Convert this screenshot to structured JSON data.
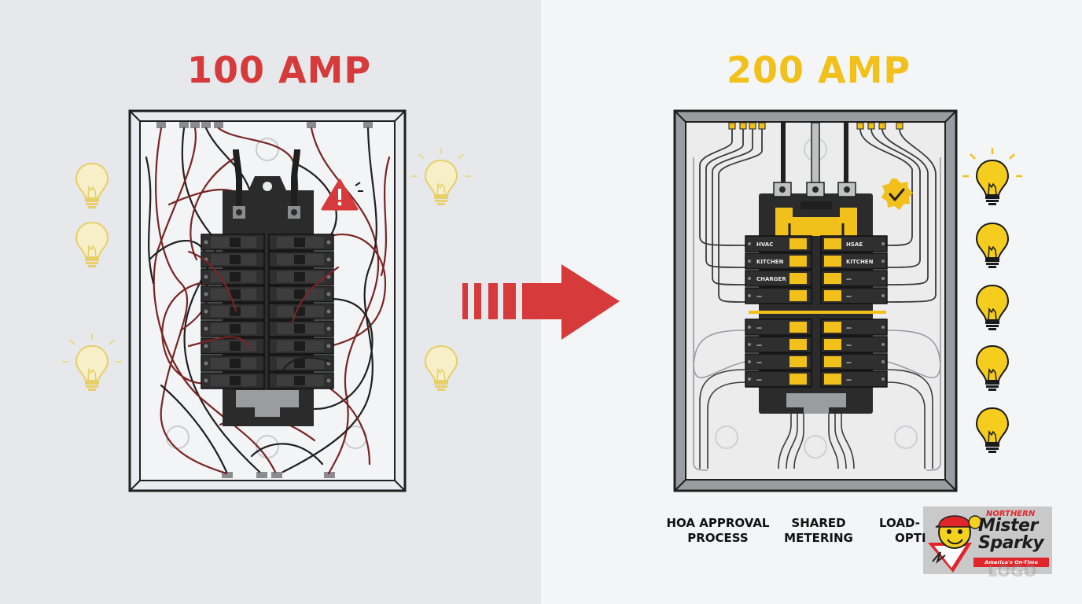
{
  "left_panel": {
    "title": "100 AMP"
  },
  "right_panel": {
    "title": "200 AMP",
    "breaker_labels_left": [
      "HVAC",
      "KITCHEN",
      "CHARGER",
      "—",
      "—",
      "—",
      "—",
      "—"
    ],
    "breaker_labels_right": [
      "HSAE",
      "KITCHEN",
      "—",
      "—",
      "—",
      "—",
      "—",
      "—"
    ]
  },
  "captions": {
    "hoa": [
      "HOA APPROVAL",
      "PROCESS"
    ],
    "metering": [
      "SHARED",
      "METERING"
    ],
    "load": [
      "LOAD-",
      "OPTI"
    ]
  },
  "logo": {
    "line1": "NORTHERN",
    "line2": "Mister",
    "line3": "Sparky",
    "tagline": "America's On-Time Electrician",
    "watermark": "LOGO"
  },
  "colors": {
    "warning_red": "#d63a3a",
    "upgrade_yellow": "#f2c01a",
    "panel_dark": "#2b2b2b",
    "wire_red": "#7a2424"
  },
  "icons": [
    "warning-icon",
    "arrow-right-icon",
    "check-badge-icon",
    "lightbulb-icon"
  ]
}
